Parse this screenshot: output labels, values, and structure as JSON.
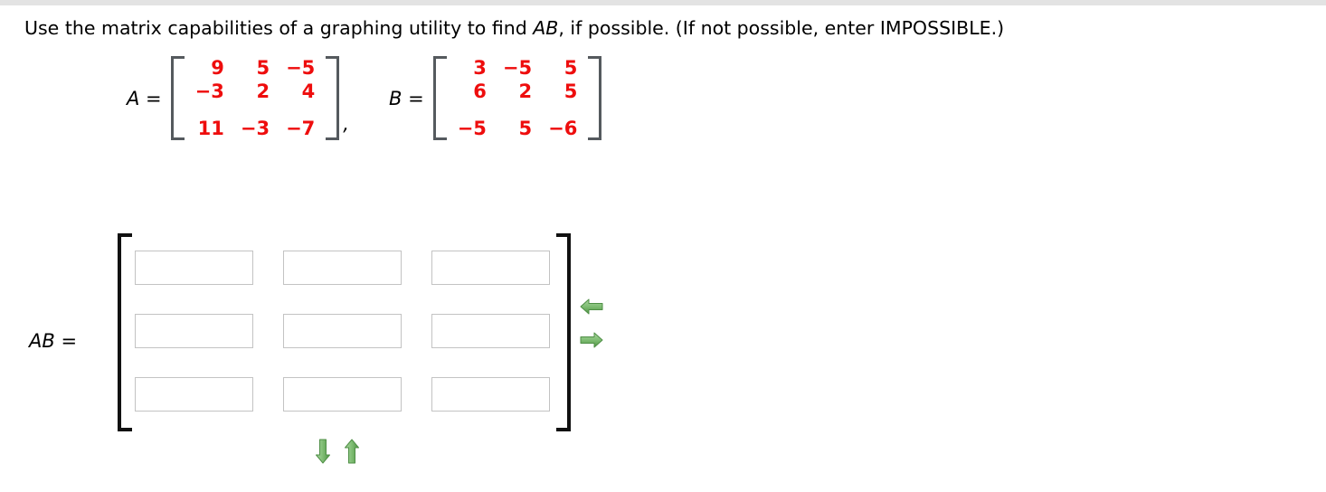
{
  "page": {
    "question": "Use the matrix capabilities of a graphing utility to find AB, if possible. (If not possible, enter IMPOSSIBLE.)",
    "question_prefix": "Use the matrix capabilities of a graphing utility to find ",
    "question_emphasis": "AB",
    "question_suffix": ", if possible. (If not possible, enter IMPOSSIBLE.)",
    "entry_color": "#ee0d0d",
    "bracket_color_given": "#555a5e",
    "bracket_color_answer": "#111111",
    "arrow_color": "#6aab62",
    "input_border_color": "#c3c3c3"
  },
  "given_matrices": [
    {
      "label": "A =",
      "name": "A",
      "rows": [
        [
          "9",
          "5",
          "−5"
        ],
        [
          "−3",
          "2",
          "4"
        ],
        [
          "11",
          "−3",
          "−7"
        ]
      ],
      "separator": ","
    },
    {
      "label": "B =",
      "name": "B",
      "rows": [
        [
          "3",
          "−5",
          "5"
        ],
        [
          "6",
          "2",
          "5"
        ],
        [
          "−5",
          "5",
          "−6"
        ]
      ],
      "separator": ""
    }
  ],
  "answer": {
    "label": "AB =",
    "rows": 3,
    "cols": 3,
    "cells": [
      {
        "value": "",
        "placeholder": ""
      },
      {
        "value": "",
        "placeholder": ""
      },
      {
        "value": "",
        "placeholder": ""
      },
      {
        "value": "",
        "placeholder": ""
      },
      {
        "value": "",
        "placeholder": ""
      },
      {
        "value": "",
        "placeholder": ""
      },
      {
        "value": "",
        "placeholder": ""
      },
      {
        "value": "",
        "placeholder": ""
      },
      {
        "value": "",
        "placeholder": ""
      }
    ],
    "controls": {
      "remove_column": "arrow-left-icon",
      "add_column": "arrow-right-icon",
      "add_row": "arrow-down-icon",
      "remove_row": "arrow-up-icon"
    }
  }
}
